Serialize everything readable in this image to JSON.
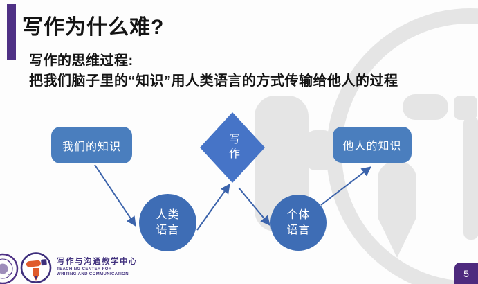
{
  "slide": {
    "title": "写作为什么难?",
    "subtitle_line1": "写作的思维过程:",
    "subtitle_line2": "把我们脑子里的“知识”用人类语言的方式传输给他人的过程",
    "page_number": "5"
  },
  "diagram": {
    "flow_order": [
      "我们的知识",
      "人类语言",
      "写作",
      "个体语言",
      "他人的知识"
    ],
    "nodes": [
      {
        "id": "our-knowledge",
        "shape": "rounded-rect",
        "label": "我们的知识"
      },
      {
        "id": "human-language",
        "shape": "circle",
        "label_line1": "人类",
        "label_line2": "语言"
      },
      {
        "id": "writing",
        "shape": "diamond",
        "label": "写作",
        "text_orientation": "vertical"
      },
      {
        "id": "individual-language",
        "shape": "circle",
        "label_line1": "个体",
        "label_line2": "语言"
      },
      {
        "id": "others-knowledge",
        "shape": "rounded-rect",
        "label": "他人的知识"
      }
    ],
    "colors": {
      "rect_fill": "#4A7EBE",
      "circle_fill": "#3E6DB5",
      "diamond_fill": "#4674C7",
      "arrow": "#3B63AB",
      "node_text": "#FFFFFF"
    }
  },
  "footer": {
    "org_name_zh": "写作与沟通教学中心",
    "org_name_en_line1": "TEACHING CENTER FOR",
    "org_name_en_line2": "WRITING AND COMMUNICATION"
  },
  "theme": {
    "accent_purple": "#4F3185",
    "badge_purple": "#4E2A7E",
    "logo_purple": "#3E2F7C",
    "logo_orange": "#E05A2B",
    "watermark_gray": "#E5E5E5",
    "title_color": "#141414",
    "background": "#FDFDFD"
  }
}
